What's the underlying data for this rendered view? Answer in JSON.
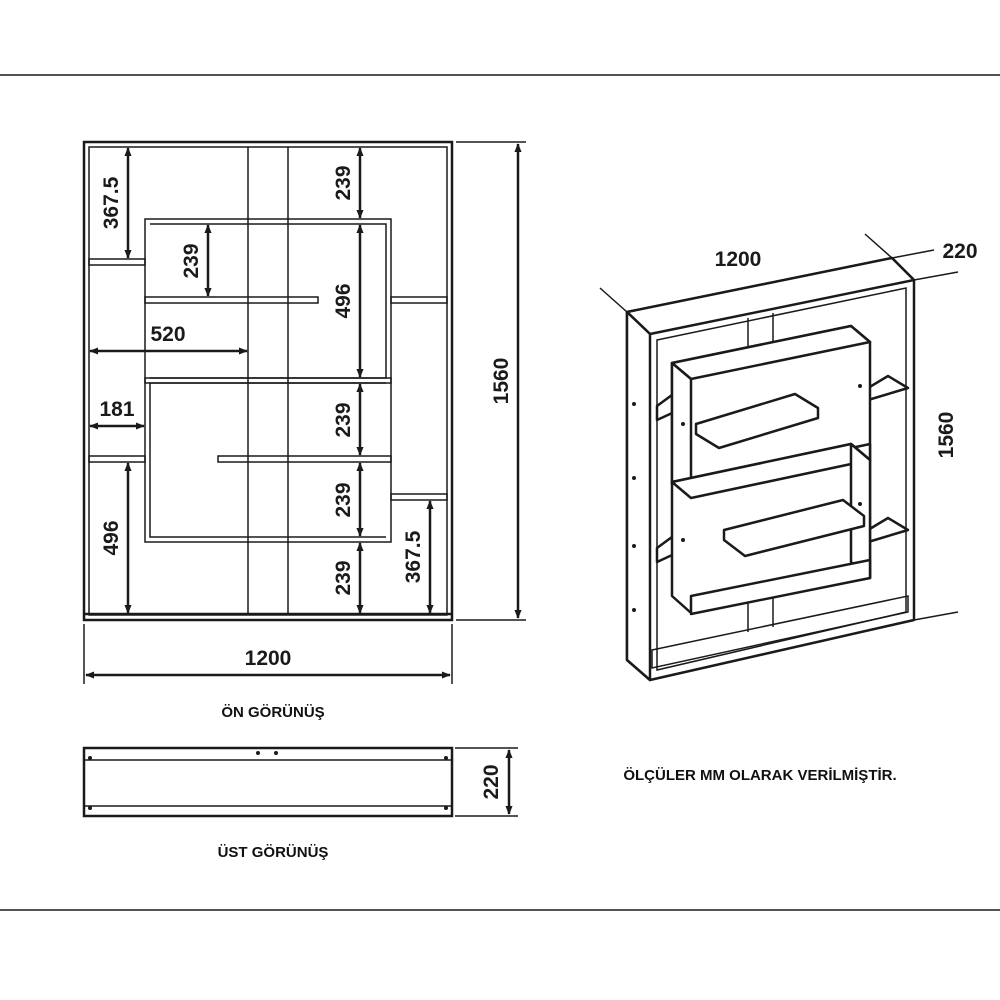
{
  "front_view": {
    "label": "ÖN GÖRÜNÜŞ",
    "dims": {
      "total_width": "1200",
      "total_height": "1560",
      "top_left_gap": "367.5",
      "top_right_gap": "239",
      "upper_box_inner": "239",
      "center_tall": "496",
      "left_reach": "520",
      "left_small": "181",
      "mid_right": "239",
      "lower_box_inner": "239",
      "bottom_left": "496",
      "bottom_right": "367.5",
      "bottom_center": "239"
    }
  },
  "top_view": {
    "label": "ÜST GÖRÜNÜŞ",
    "depth": "220"
  },
  "iso_view": {
    "width": "1200",
    "depth": "220",
    "height": "1560"
  },
  "note": "ÖLÇÜLER MM OLARAK VERİLMİŞTİR."
}
